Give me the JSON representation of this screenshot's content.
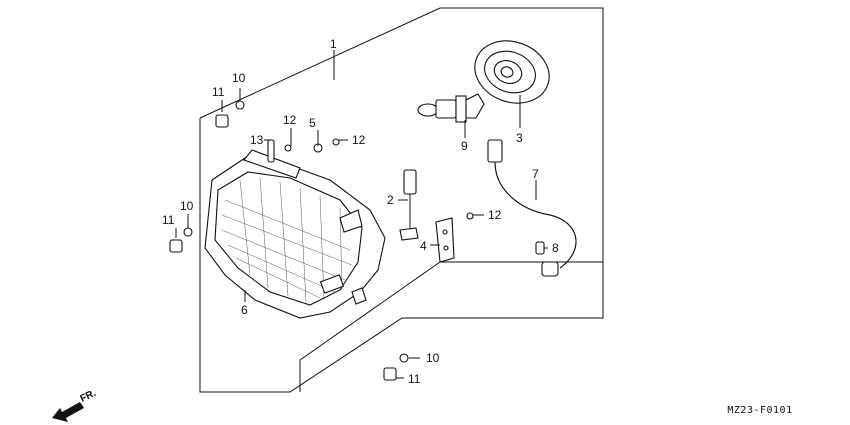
{
  "diagram": {
    "callouts": {
      "c1": "1",
      "c2": "2",
      "c3": "3",
      "c4": "4",
      "c5": "5",
      "c6": "6",
      "c7": "7",
      "c8": "8",
      "c9": "9",
      "c10a": "10",
      "c10b": "10",
      "c10c": "10",
      "c11a": "11",
      "c11b": "11",
      "c11c": "11",
      "c12a": "12",
      "c12b": "12",
      "c12c": "12",
      "c13": "13"
    },
    "direction_label": "FR.",
    "figure_code": "MZ23-F0101"
  }
}
